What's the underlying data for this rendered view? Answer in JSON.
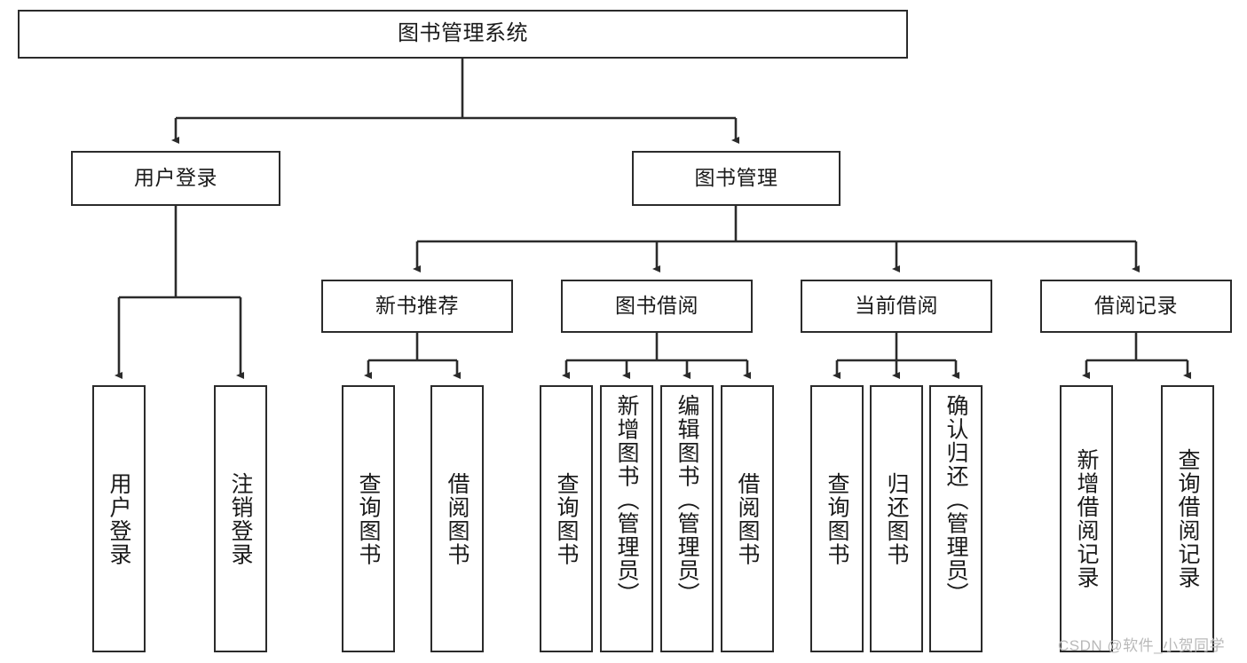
{
  "diagram": {
    "type": "tree",
    "title": "图书管理系统",
    "colors": {
      "box_border": "#2b2b2b",
      "box_fill": "#ffffff",
      "edge": "#2b2b2b",
      "text": "#1a1a1a",
      "watermark": "#b9b9b9",
      "background": "#ffffff"
    },
    "levels": {
      "root": "图书管理系统",
      "level2": [
        "用户登录",
        "图书管理"
      ],
      "level3": [
        "新书推荐",
        "图书借阅",
        "当前借阅",
        "借阅记录"
      ]
    }
  },
  "nodes": {
    "root": {
      "label": "图书管理系统"
    },
    "user_login": {
      "label": "用户登录"
    },
    "book_manage": {
      "label": "图书管理"
    },
    "new_book_rec": {
      "label": "新书推荐"
    },
    "book_borrow": {
      "label": "图书借阅"
    },
    "current_borrow": {
      "label": "当前借阅"
    },
    "borrow_record": {
      "label": "借阅记录"
    },
    "leaf_user_login": {
      "label": "用户登录"
    },
    "leaf_logout": {
      "label": "注销登录"
    },
    "leaf_query_book_1": {
      "label": "查询图书"
    },
    "leaf_borrow_book_1": {
      "label": "借阅图书"
    },
    "leaf_query_book_2": {
      "label": "查询图书"
    },
    "leaf_add_book": {
      "label": "新增图书（管理员）"
    },
    "leaf_edit_book": {
      "label": "编辑图书（管理员）"
    },
    "leaf_borrow_book_2": {
      "label": "借阅图书"
    },
    "leaf_query_book_3": {
      "label": "查询图书"
    },
    "leaf_return_book": {
      "label": "归还图书"
    },
    "leaf_confirm_return": {
      "label": "确认归还（管理员）"
    },
    "leaf_add_record": {
      "label": "新增借阅记录"
    },
    "leaf_query_record": {
      "label": "查询借阅记录"
    }
  },
  "watermark": {
    "text": "CSDN @软件_小贺同学"
  }
}
